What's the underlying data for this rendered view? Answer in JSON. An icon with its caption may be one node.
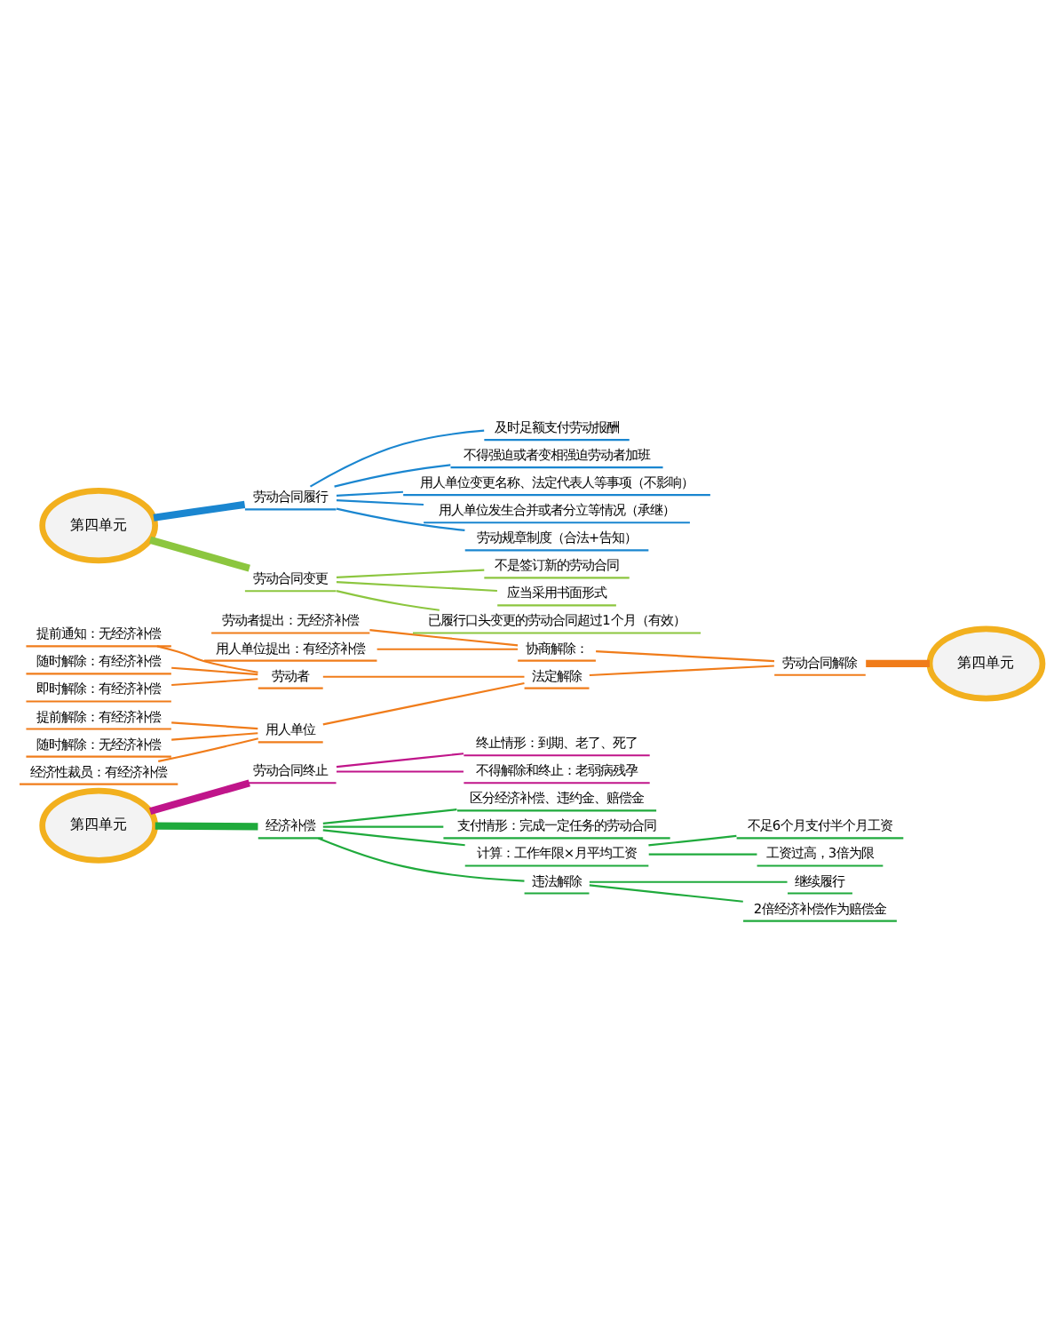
{
  "diagram": {
    "nodes": [
      {
        "text": [
          "第四单元"
        ]
      },
      {
        "text": [
          "劳动合同履行"
        ]
      },
      {
        "text": [
          "及时足额支付劳动报酬"
        ]
      },
      {
        "text": [
          "不得强迫或者变相强迫劳动者加班"
        ]
      },
      {
        "text": [
          "用人单位变更名称、法定代表人等事项（不影响）"
        ]
      },
      {
        "text": [
          "用人单位发生合并或者分立等情况（承继）"
        ]
      },
      {
        "text": [
          "劳动规章制度（合法+告知）"
        ]
      },
      {
        "text": [
          "劳动合同变更"
        ]
      },
      {
        "text": [
          "不是签订新的劳动合同"
        ]
      },
      {
        "text": [
          "应当采用书面形式"
        ]
      },
      {
        "text": [
          "已履行口头变更的劳动合同超过1个月（有效）"
        ]
      },
      {
        "text": [
          "劳动者提出：无经济补偿"
        ]
      },
      {
        "text": [
          "用人单位提出：有经济补偿"
        ]
      },
      {
        "text": [
          "协商解除："
        ]
      },
      {
        "text": [
          "提前通知：无经济补偿"
        ]
      },
      {
        "text": [
          "随时解除：有经济补偿"
        ]
      },
      {
        "text": [
          "即时解除：有经济补偿"
        ]
      },
      {
        "text": [
          "劳动者"
        ]
      },
      {
        "text": [
          "提前解除：有经济补偿"
        ]
      },
      {
        "text": [
          "随时解除：无经济补偿"
        ]
      },
      {
        "text": [
          "经济性裁员：有经济补偿"
        ]
      },
      {
        "text": [
          "用人单位"
        ]
      },
      {
        "text": [
          "法定解除"
        ]
      },
      {
        "text": [
          "劳动合同解除"
        ]
      },
      {
        "text": [
          "第四单元"
        ]
      },
      {
        "text": [
          "第四单元"
        ]
      },
      {
        "text": [
          "劳动合同终止"
        ]
      },
      {
        "text": [
          "终止情形：到期、老了、死了"
        ]
      },
      {
        "text": [
          "不得解除和终止：老弱病残孕"
        ]
      },
      {
        "text": [
          "经济补偿"
        ]
      },
      {
        "text": [
          "区分经济补偿、违约金、赔偿金"
        ]
      },
      {
        "text": [
          "支付情形：完成一定任务的劳动合同"
        ]
      },
      {
        "text": [
          "计算：工作年限×月平均工资"
        ]
      },
      {
        "text": [
          "不足6个月支付半个月工资"
        ]
      },
      {
        "text": [
          "工资过高，3倍为限"
        ]
      },
      {
        "text": [
          "违法解除"
        ]
      },
      {
        "text": [
          "继续履行"
        ]
      },
      {
        "text": [
          "2倍经济补偿作为赔偿金"
        ]
      }
    ],
    "edges": [
      {
        "from": 0,
        "to": 1,
        "arrow": "none",
        "style": "thick",
        "color": "#1a86d0"
      },
      {
        "from": 1,
        "to": 2,
        "arrow": "none",
        "color": "#1a86d0"
      },
      {
        "from": 1,
        "to": 3,
        "arrow": "none",
        "color": "#1a86d0"
      },
      {
        "from": 1,
        "to": 4,
        "arrow": "none",
        "color": "#1a86d0"
      },
      {
        "from": 1,
        "to": 5,
        "arrow": "none",
        "color": "#1a86d0"
      },
      {
        "from": 1,
        "to": 6,
        "arrow": "none",
        "color": "#1a86d0"
      },
      {
        "from": 0,
        "to": 7,
        "arrow": "none",
        "style": "thick",
        "color": "#8cc63f"
      },
      {
        "from": 7,
        "to": 8,
        "arrow": "none",
        "color": "#8cc63f"
      },
      {
        "from": 7,
        "to": 9,
        "arrow": "none",
        "color": "#8cc63f"
      },
      {
        "from": 7,
        "to": 10,
        "arrow": "none",
        "color": "#8cc63f"
      },
      {
        "from": 11,
        "to": 13,
        "arrow": "none"
      },
      {
        "from": 12,
        "to": 13,
        "arrow": "none"
      },
      {
        "from": 13,
        "to": 23,
        "arrow": "none"
      },
      {
        "from": 14,
        "to": 17,
        "arrow": "none"
      },
      {
        "from": 15,
        "to": 17,
        "arrow": "none"
      },
      {
        "from": 16,
        "to": 17,
        "arrow": "none"
      },
      {
        "from": 17,
        "to": 22,
        "arrow": "none"
      },
      {
        "from": 18,
        "to": 21,
        "arrow": "none"
      },
      {
        "from": 19,
        "to": 21,
        "arrow": "none"
      },
      {
        "from": 20,
        "to": 21,
        "arrow": "none"
      },
      {
        "from": 21,
        "to": 22,
        "arrow": "none"
      },
      {
        "from": 22,
        "to": 23,
        "arrow": "none"
      },
      {
        "from": 23,
        "to": 24,
        "arrow": "none",
        "style": "thick"
      },
      {
        "from": 25,
        "to": 26,
        "arrow": "none",
        "style": "thick",
        "color": "#c0158a"
      },
      {
        "from": 26,
        "to": 27,
        "arrow": "none",
        "color": "#c0158a"
      },
      {
        "from": 26,
        "to": 28,
        "arrow": "none",
        "color": "#c0158a"
      },
      {
        "from": 25,
        "to": 29,
        "arrow": "none",
        "style": "thick",
        "color": "#1faa3c"
      },
      {
        "from": 29,
        "to": 30,
        "arrow": "none",
        "color": "#1faa3c"
      },
      {
        "from": 29,
        "to": 31,
        "arrow": "none",
        "color": "#1faa3c"
      },
      {
        "from": 29,
        "to": 32,
        "arrow": "none",
        "color": "#1faa3c"
      },
      {
        "from": 29,
        "to": 35,
        "arrow": "none",
        "color": "#1faa3c"
      },
      {
        "from": 32,
        "to": 33,
        "arrow": "none",
        "color": "#1faa3c"
      },
      {
        "from": 32,
        "to": 34,
        "arrow": "none",
        "color": "#1faa3c"
      },
      {
        "from": 35,
        "to": 36,
        "arrow": "none",
        "color": "#1faa3c"
      },
      {
        "from": 35,
        "to": 37,
        "arrow": "none",
        "color": "#1faa3c"
      }
    ]
  }
}
